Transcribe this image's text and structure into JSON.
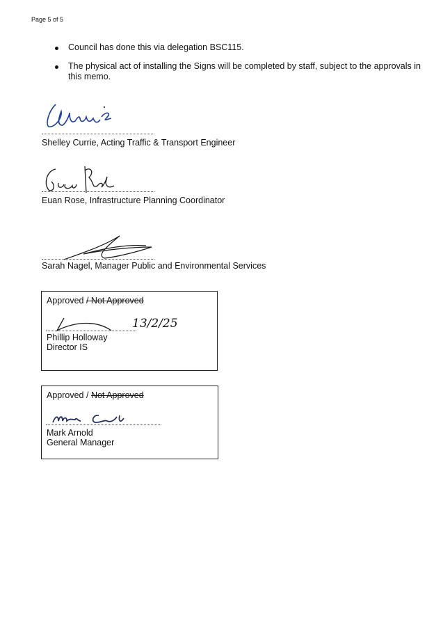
{
  "page_label": "Page 5 of 5",
  "bullets": [
    {
      "line1": "Council has done this via delegation BSC115."
    },
    {
      "line1": "The physical act of installing the Signs will be completed by staff, subject to the approvals in",
      "line2": "this memo."
    }
  ],
  "signatories": [
    {
      "caption": "Shelley Currie, Acting Traffic & Transport Engineer"
    },
    {
      "caption": "Euan Rose, Infrastructure Planning Coordinator"
    },
    {
      "caption": "Sarah Nagel, Manager Public and Environmental Services"
    }
  ],
  "approval_boxes": [
    {
      "approved": "Approved ",
      "struck": "/ Not Approved",
      "date": "13/2/25",
      "name": "Phillip Holloway",
      "title": "Director IS"
    },
    {
      "approved": "Approved / ",
      "struck": "Not Approved",
      "name": "Mark Arnold",
      "title": "General Manager"
    }
  ],
  "colors": {
    "ink_blue": "#1f3f9a",
    "ink_black": "#1a1a1a"
  }
}
